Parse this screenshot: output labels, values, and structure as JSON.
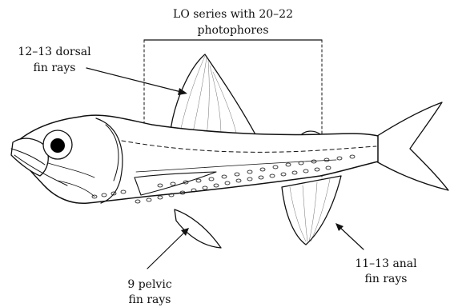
{
  "annotations": {
    "lo_series": {
      "line1": "LO series with 20–22",
      "line2": "photophores"
    },
    "dorsal": {
      "line1": "12–13 dorsal",
      "line2": "fin rays"
    },
    "pelvic": {
      "line1": "9 pelvic",
      "line2": "fin rays"
    },
    "anal": {
      "line1": "11–13 anal",
      "line2": "fin rays"
    }
  },
  "colors": {
    "ink": "#111111",
    "background": "#ffffff",
    "eye": "#000000"
  }
}
